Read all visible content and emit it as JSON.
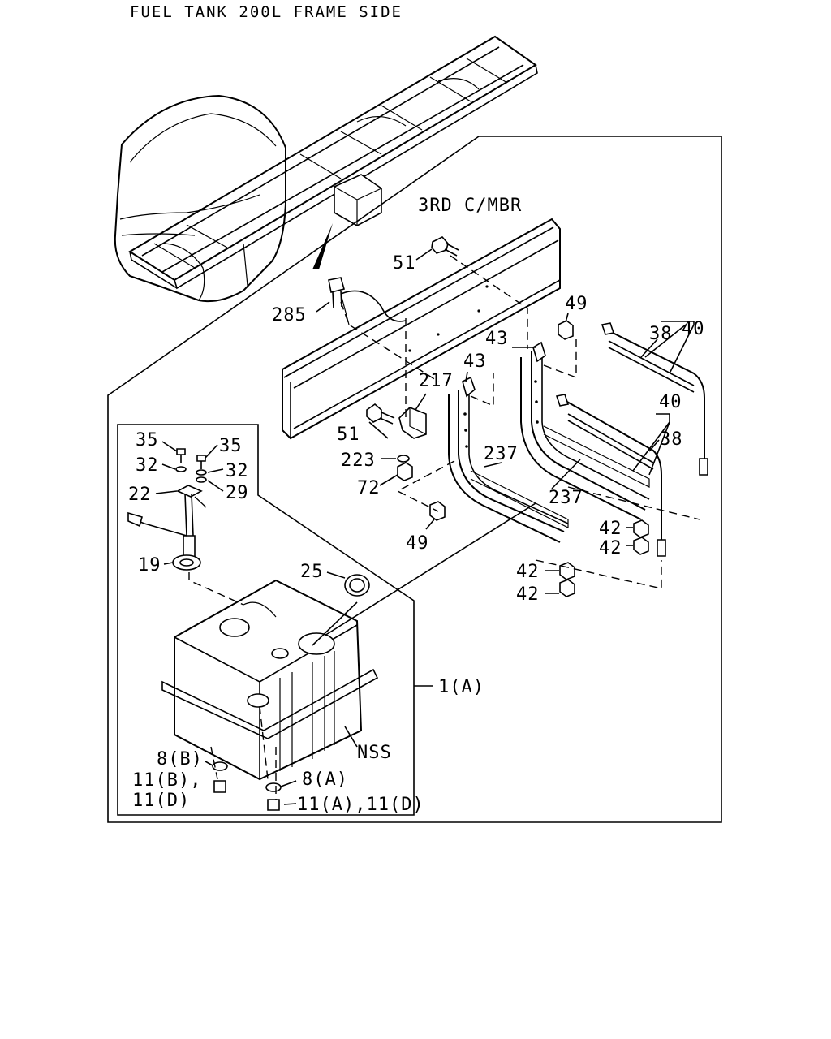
{
  "diagram": {
    "title": "FUEL TANK 200L FRAME SIDE",
    "location_label": "3RD C/MBR",
    "callouts": {
      "p1a": "1(A)",
      "p8a": "8(A)",
      "p8b": "8(B)",
      "p11b_line1": "11(B),",
      "p11b_line2": "11(D)",
      "p11a": "11(A),11(D)",
      "p19": "19",
      "p22": "22",
      "p25": "25",
      "p29": "29",
      "p32_left": "32",
      "p32_right": "32",
      "p35_left": "35",
      "p35_right": "35",
      "p38_upper": "38",
      "p38_lower": "38",
      "p40_upper": "40",
      "p40_lower": "40",
      "p42_a": "42",
      "p42_b": "42",
      "p42_c": "42",
      "p42_d": "42",
      "p43_upper": "43",
      "p43_lower": "43",
      "p49_upper": "49",
      "p49_lower": "49",
      "p51_upper": "51",
      "p51_lower": "51",
      "p72": "72",
      "p217": "217",
      "p223": "223",
      "p237_left": "237",
      "p237_right": "237",
      "p285": "285",
      "nss": "NSS"
    }
  }
}
